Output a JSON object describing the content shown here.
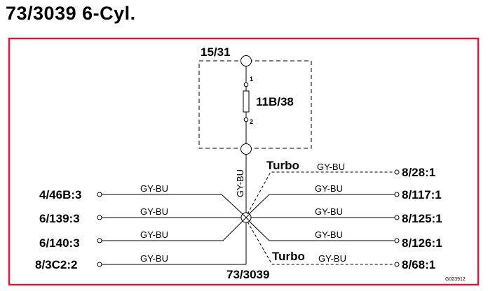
{
  "title": "73/3039 6-Cyl.",
  "top_connector": "15/31",
  "fuse": {
    "id": "11B/38",
    "pin1": "1",
    "pin2": "2"
  },
  "vertical_wire": "GY-BU",
  "splice": "73/3039",
  "turbo_label": "Turbo",
  "left_terminals": [
    {
      "label": "4/46B:3",
      "wire": "GY-BU"
    },
    {
      "label": "6/139:3",
      "wire": "GY-BU"
    },
    {
      "label": "6/140:3",
      "wire": "GY-BU"
    },
    {
      "label": "8/3C2:2",
      "wire": "GY-BU"
    }
  ],
  "right_terminals": [
    {
      "label": "8/28:1",
      "wire": "GY-BU",
      "turbo": true
    },
    {
      "label": "8/117:1",
      "wire": "GY-BU",
      "turbo": false
    },
    {
      "label": "8/125:1",
      "wire": "GY-BU",
      "turbo": false
    },
    {
      "label": "8/126:1",
      "wire": "GY-BU",
      "turbo": false
    },
    {
      "label": "8/68:1",
      "wire": "GY-BU",
      "turbo": true
    }
  ],
  "figure_code": "G023912",
  "colors": {
    "frame": "#d81b3c",
    "line": "#000000"
  }
}
